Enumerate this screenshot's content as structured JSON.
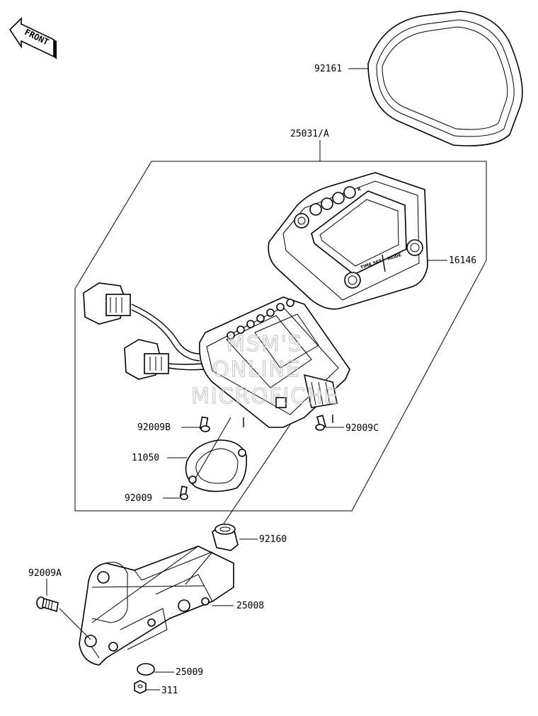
{
  "arrow": {
    "label": "FRONT"
  },
  "watermark": {
    "line1": "MSM'S",
    "line2": "ONLINE",
    "line3": "MICROFICHE"
  },
  "meter_face": {
    "logo": "K",
    "button_left": "TIME SET",
    "button_right": "MODE"
  },
  "callouts": {
    "p92161": "92161",
    "p25031A": "25031/A",
    "p16146": "16146",
    "p92009B": "92009B",
    "p92009C": "92009C",
    "p11050": "11050",
    "p92009": "92009",
    "p92160": "92160",
    "p92009A": "92009A",
    "p25008": "25008",
    "p25009": "25009",
    "p311": "311"
  },
  "colors": {
    "line": "#000000",
    "background": "#ffffff",
    "watermark": "#c8c8c8"
  }
}
